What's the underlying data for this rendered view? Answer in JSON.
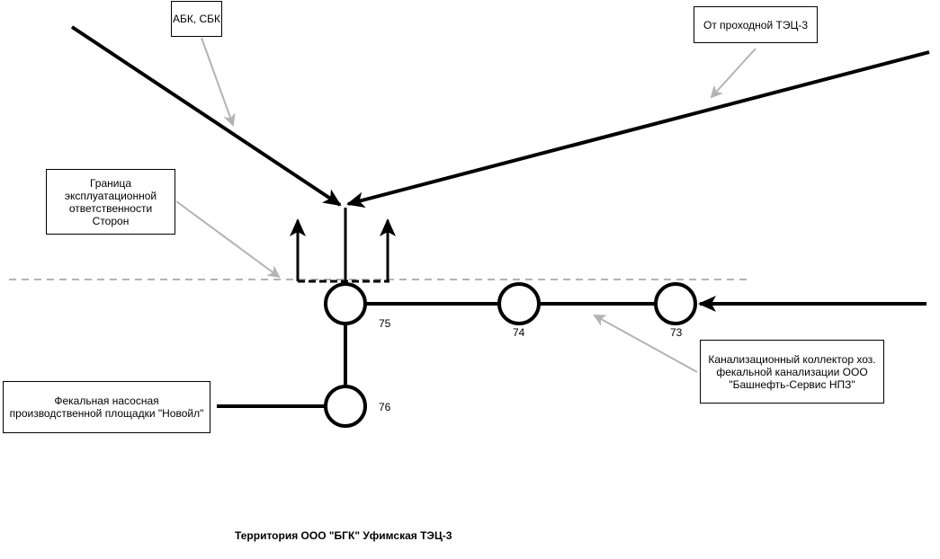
{
  "labels": {
    "abk_sbk": "АБК, СБК",
    "from_tec3": "От проходной ТЭЦ-3",
    "boundary": "Граница эксплуатационной ответственности Сторон",
    "collector": "Канализационный коллектор хоз. фекальной канализации ООО \"Башнефть-Сервис НПЗ\"",
    "pump_station": "Фекальная насосная производственной площадки \"Новойл\"",
    "territory": "Территория ООО \"БГК\" Уфимская ТЭЦ-3"
  },
  "wells": {
    "w75": "75",
    "w74": "74",
    "w73": "73",
    "w76": "76"
  },
  "colors": {
    "line": "#000000",
    "leader": "#b3b3b3",
    "boundary_dash": "#b3b3b3"
  }
}
